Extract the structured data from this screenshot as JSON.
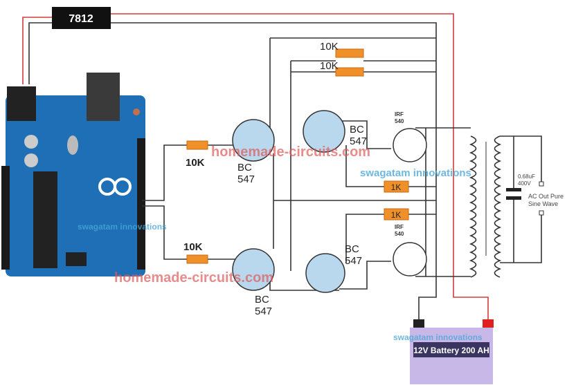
{
  "regulator": "7812",
  "resistors": {
    "r_top1": "10K",
    "r_top2": "10K",
    "r_in1": "10K",
    "r_in2": "10K",
    "r_g1": "1K",
    "r_g2": "1K"
  },
  "transistors": {
    "t1": [
      "BC",
      "547"
    ],
    "t2": [
      "BC",
      "547"
    ],
    "t3": [
      "BC",
      "547"
    ],
    "t4": [
      "BC",
      "547"
    ]
  },
  "mosfets": {
    "m1": [
      "IRF",
      "540"
    ],
    "m2": [
      "IRF",
      "540"
    ]
  },
  "capacitor": [
    "0.68uF",
    "400V"
  ],
  "output": [
    "AC Out Pure",
    "Sine Wave"
  ],
  "battery": "12V Battery 200 AH",
  "watermarks": {
    "site": "homemade-circuits.com",
    "author": "swagatam innovations"
  },
  "colors": {
    "board": "#1e6fb5",
    "resistor": "#f0902a",
    "battery": "#c8b8e8",
    "positive_wire": "#d63a3a"
  }
}
